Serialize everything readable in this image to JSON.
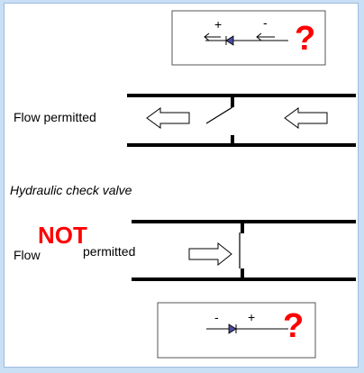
{
  "labels": {
    "flow_permitted": "Flow permitted",
    "check_valve": "Hydraulic check valve",
    "flow": "Flow",
    "not": "NOT",
    "permitted": "permitted"
  },
  "top_diode_box": {
    "plus": "+",
    "minus": "-",
    "question": "?"
  },
  "bottom_diode_box": {
    "minus": "-",
    "plus": "+",
    "question": "?"
  },
  "colors": {
    "background": "#c9dff4",
    "accent_red": "#ff0000",
    "diode_fill": "#4a4a9a"
  },
  "icons": [
    "arrow-left-icon",
    "diode-icon",
    "hollow-arrow-left-icon",
    "hollow-arrow-right-icon",
    "flap-valve-icon",
    "question-mark-icon"
  ]
}
